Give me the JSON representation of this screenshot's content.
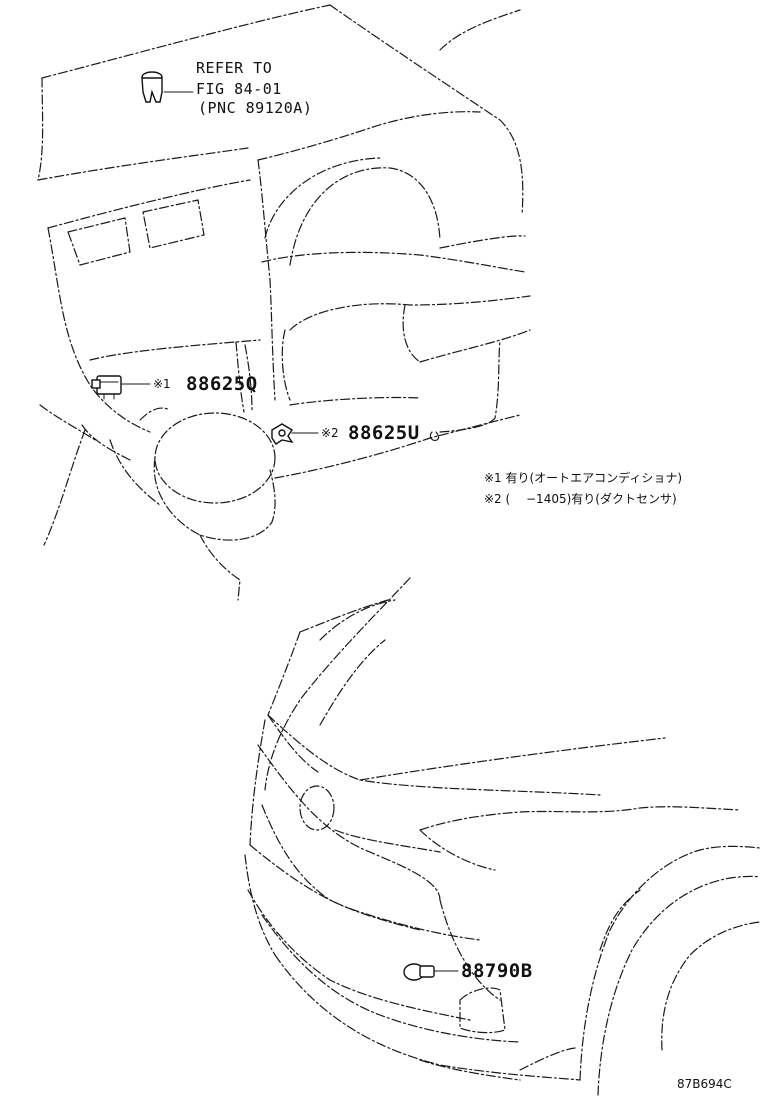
{
  "refer": {
    "line1": "REFER TO",
    "line2": "FIG 84-01",
    "line3": "(PNC 89120A)"
  },
  "parts": [
    {
      "mark": "※1",
      "number": "88625Q"
    },
    {
      "mark": "※2",
      "number": "88625U"
    },
    {
      "mark": "",
      "number": "88790B"
    }
  ],
  "notes": {
    "note1": "※1 有り(オートエアコンディショナ)",
    "note2": "※2 (　 −1405)有り(ダクトセンサ)"
  },
  "illustration_code": "87B694C"
}
